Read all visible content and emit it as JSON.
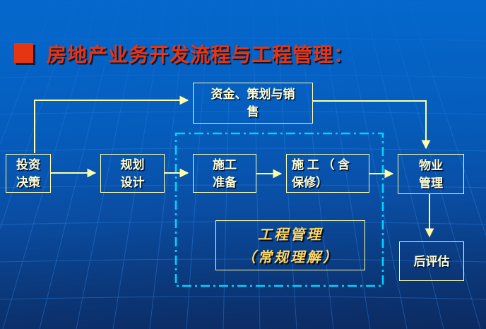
{
  "slide": {
    "title": "房地产业务开发流程与工程管理："
  },
  "boxes": {
    "funds": {
      "label": "资金、策划与销\n售"
    },
    "investment": {
      "label": "投资\n决策"
    },
    "planning": {
      "label": "规划\n设计"
    },
    "preparation": {
      "label": "施工\n准备"
    },
    "construction": {
      "label": "施 工 （ 含\n保修）"
    },
    "property": {
      "label": "物业\n管理"
    },
    "post_evaluation": {
      "label": "后评估"
    },
    "project_mgmt": {
      "label": "工程管理\n（常规理解）"
    }
  },
  "flow": {
    "edges": [
      {
        "from": "investment",
        "to": "funds"
      },
      {
        "from": "funds",
        "to": "property"
      },
      {
        "from": "investment",
        "to": "planning"
      },
      {
        "from": "planning",
        "to": "preparation"
      },
      {
        "from": "preparation",
        "to": "construction"
      },
      {
        "from": "construction",
        "to": "property"
      },
      {
        "from": "property",
        "to": "post_evaluation"
      }
    ],
    "dashed_group_members": [
      "preparation",
      "construction",
      "project_mgmt"
    ]
  },
  "colors": {
    "title_red": "#e63512",
    "box_border_yellow": "#ffffa8",
    "box_text_yellow": "#ffffd2",
    "script_gold": "#ffd95e",
    "dashed_cyan": "#00d4ff",
    "background_top": "#0568cc",
    "background_bottom": "#0c2a61"
  }
}
